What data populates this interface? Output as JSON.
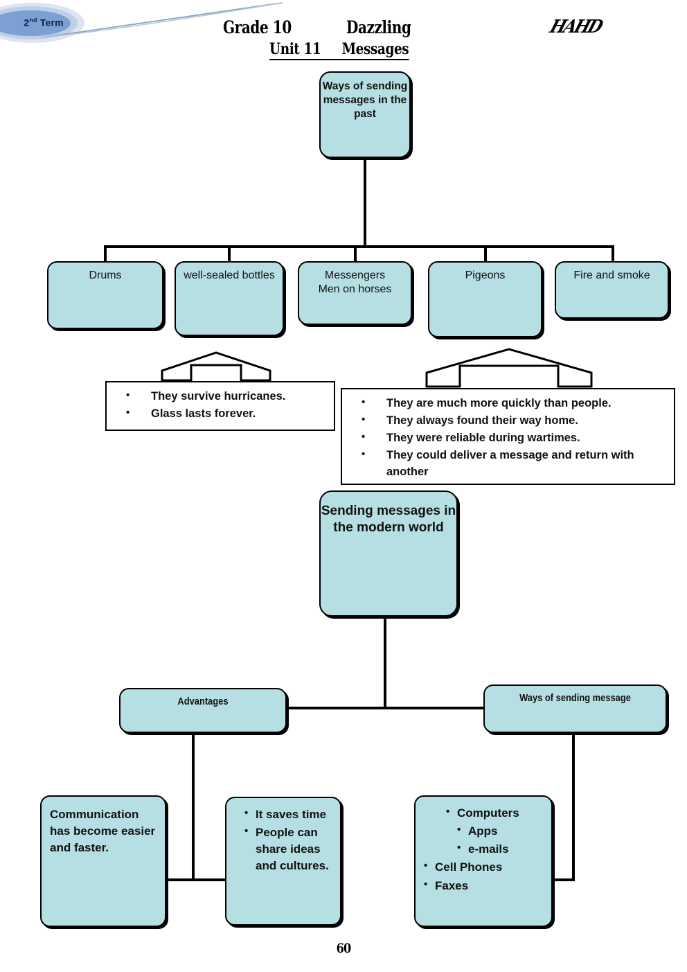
{
  "header": {
    "term_badge": "2",
    "term_badge_sup": "nd",
    "term_badge_rest": " Term",
    "grade": "Grade 10",
    "book": "Dazzling",
    "logo": "HAHD",
    "unit": "Unit 11",
    "unit_topic": "Messages"
  },
  "diagram": {
    "root": "Ways of sending messages in the past",
    "past_methods": [
      {
        "label": "Drums"
      },
      {
        "label": "well-sealed bottles"
      },
      {
        "label": "Messengers\nMen on horses"
      },
      {
        "label": "Pigeons"
      },
      {
        "label": "Fire and smoke"
      }
    ],
    "bottles_notes": [
      "They survive hurricanes.",
      "Glass lasts forever."
    ],
    "pigeons_notes": [
      "They are much more quickly than people.",
      "They always found their way home.",
      "They were reliable during wartimes.",
      "They could deliver a message and return with another"
    ],
    "modern_root": "Sending messages in the modern world",
    "branch_advantages": "Advantages",
    "branch_ways": "Ways of sending message",
    "advantage_text": "Communication has become easier and faster.",
    "advantage_bullets": [
      "It saves time",
      "People can share ideas and cultures."
    ],
    "modern_ways": [
      {
        "label": "Computers",
        "indent": 0
      },
      {
        "label": "Apps",
        "indent": 1
      },
      {
        "label": "e-mails",
        "indent": 1
      },
      {
        "label": "Cell Phones",
        "indent": 0
      },
      {
        "label": "Faxes",
        "indent": 0
      }
    ]
  },
  "footer": {
    "page_number": "60"
  },
  "colors": {
    "node_fill": "#b6dfe3",
    "outline": "#000000",
    "badge_blue": "#7ca0d4"
  }
}
